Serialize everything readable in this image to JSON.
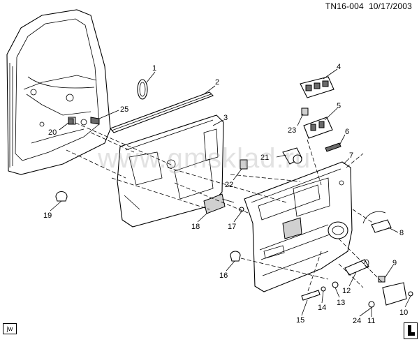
{
  "header": {
    "code": "TN16-004",
    "date": "10/17/2003"
  },
  "watermark": "www.gmsklad.ru",
  "badge": "jw",
  "callouts": [
    {
      "id": "1",
      "label": "1"
    },
    {
      "id": "2",
      "label": "2"
    },
    {
      "id": "3",
      "label": "3"
    },
    {
      "id": "4",
      "label": "4"
    },
    {
      "id": "5",
      "label": "5"
    },
    {
      "id": "6",
      "label": "6"
    },
    {
      "id": "7",
      "label": "7"
    },
    {
      "id": "8",
      "label": "8"
    },
    {
      "id": "9",
      "label": "9"
    },
    {
      "id": "10",
      "label": "10"
    },
    {
      "id": "11",
      "label": "11"
    },
    {
      "id": "12",
      "label": "12"
    },
    {
      "id": "13",
      "label": "13"
    },
    {
      "id": "14",
      "label": "14"
    },
    {
      "id": "15",
      "label": "15"
    },
    {
      "id": "16",
      "label": "16"
    },
    {
      "id": "17",
      "label": "17"
    },
    {
      "id": "18",
      "label": "18"
    },
    {
      "id": "19",
      "label": "19"
    },
    {
      "id": "20",
      "label": "20"
    },
    {
      "id": "21",
      "label": "21"
    },
    {
      "id": "22",
      "label": "22"
    },
    {
      "id": "23",
      "label": "23"
    },
    {
      "id": "24",
      "label": "24"
    },
    {
      "id": "25",
      "label": "25"
    }
  ]
}
